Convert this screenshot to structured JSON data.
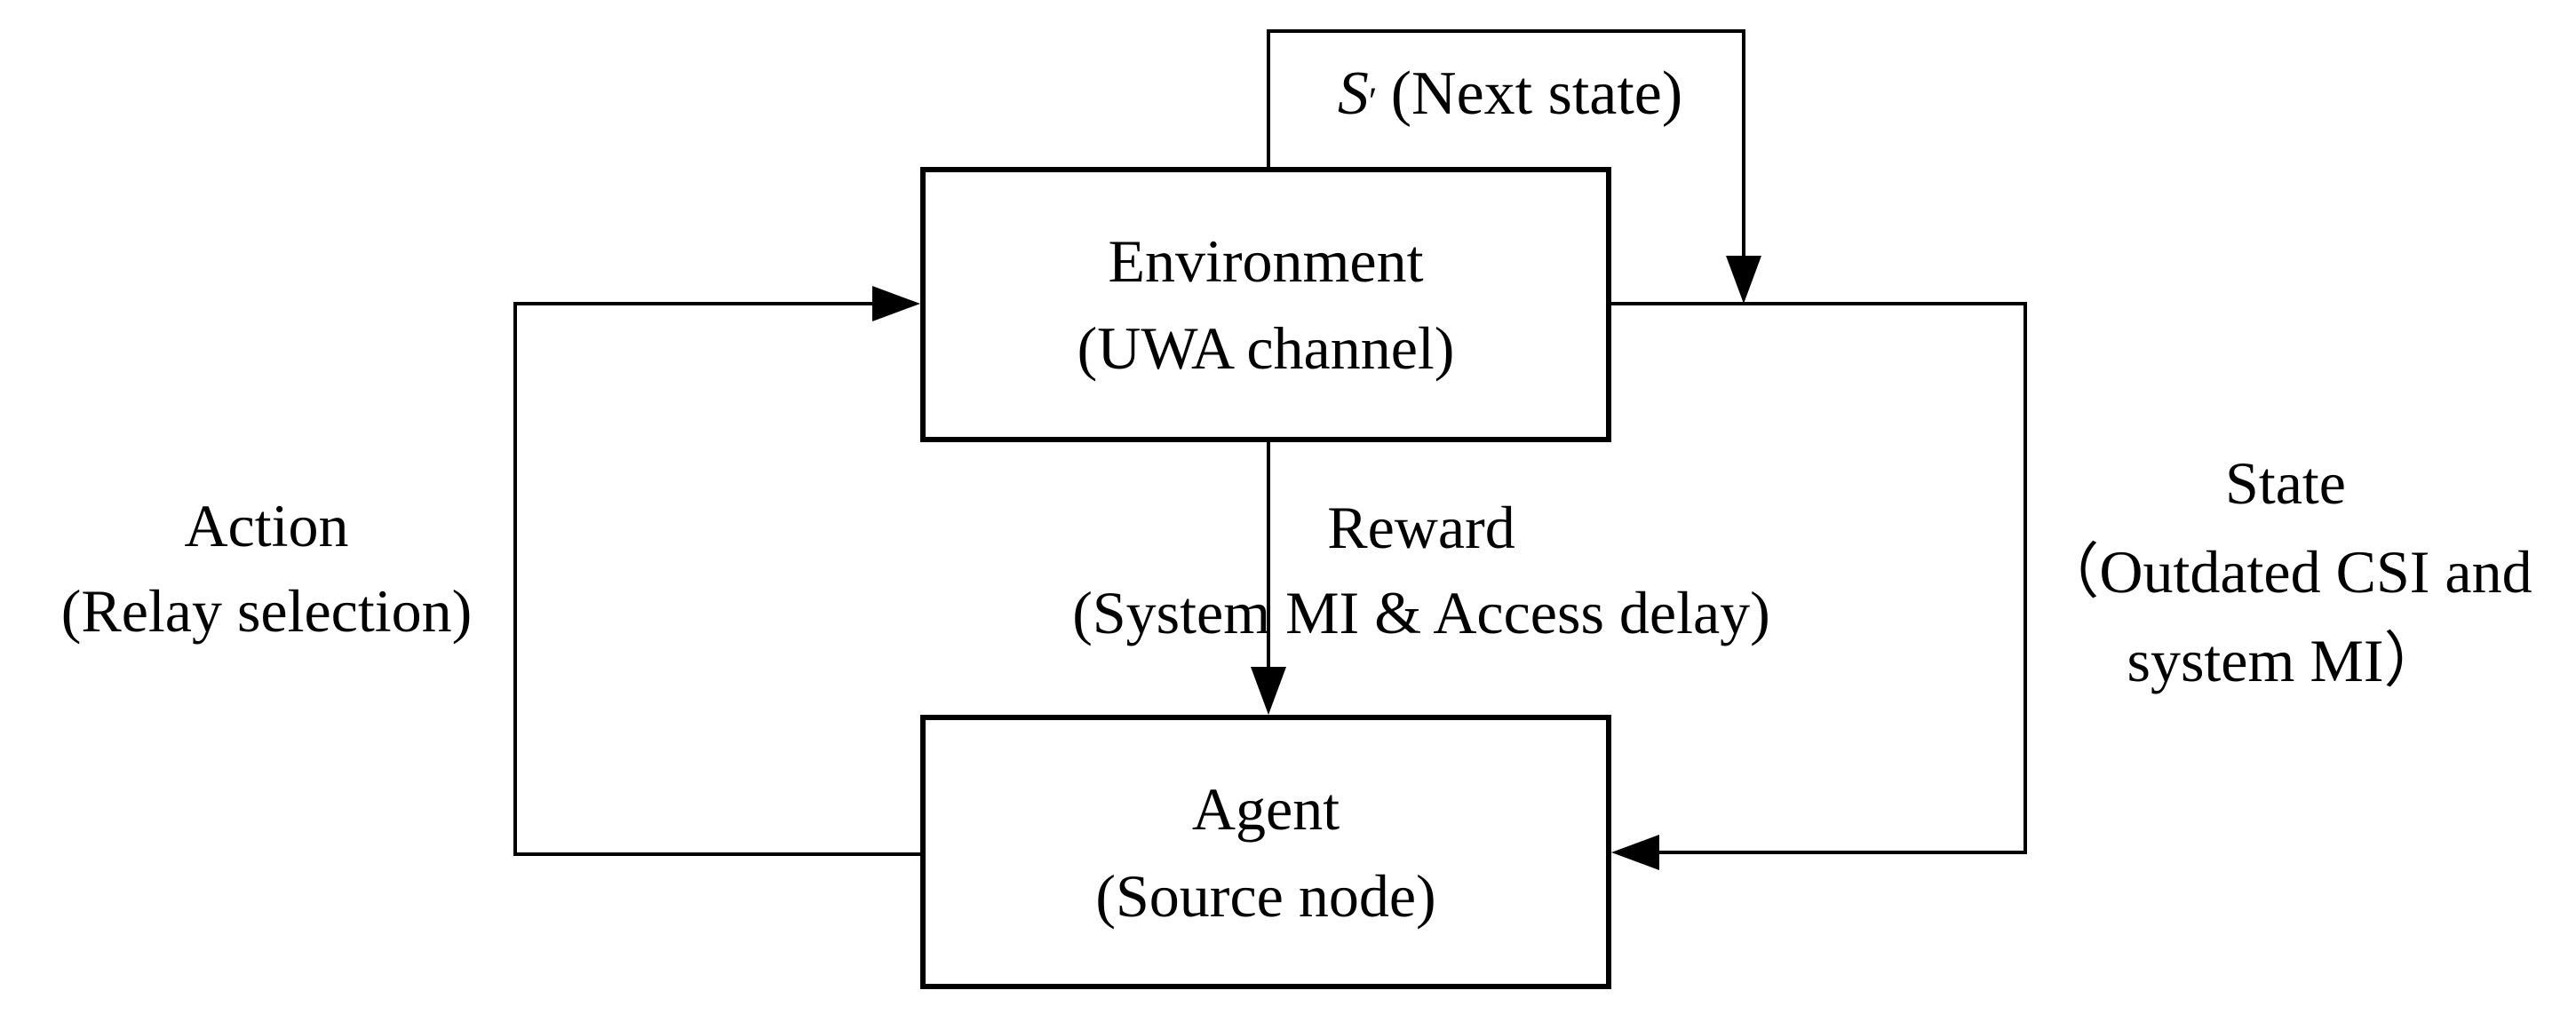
{
  "diagram": {
    "title": "Reinforcement learning loop for UWA relay selection",
    "colors": {
      "line": "#000000",
      "background": "#ffffff"
    },
    "nodes": {
      "environment": {
        "line1": "Environment",
        "line2": "(UWA channel)"
      },
      "agent": {
        "line1": "Agent",
        "line2": "(Source node)"
      }
    },
    "edges": {
      "next_state": {
        "symbol": "S",
        "prime": "′",
        "rest": "(Next state)"
      },
      "action": {
        "line1": "Action",
        "line2": "(Relay selection)"
      },
      "reward": {
        "line1": "Reward",
        "line2": "(System MI & Access delay)"
      },
      "state": {
        "line1": "State",
        "line2": "（Outdated CSI and",
        "line3": "system MI）"
      }
    }
  }
}
